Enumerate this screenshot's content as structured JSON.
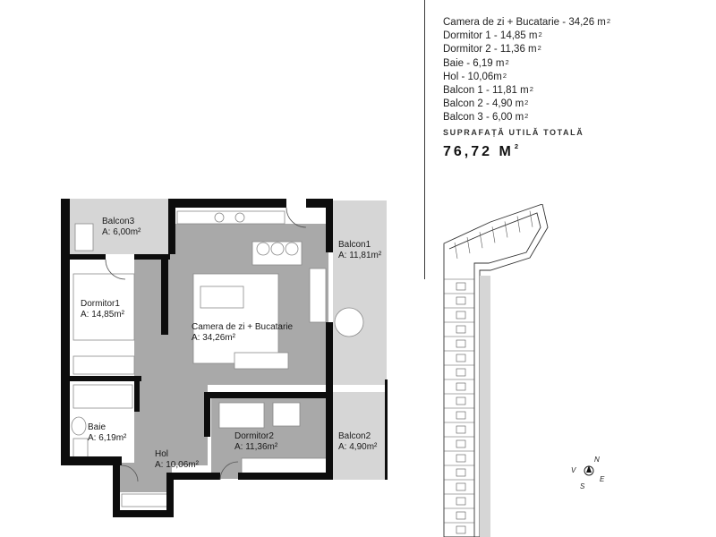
{
  "legend": {
    "rows": [
      {
        "name": "Camera de zi + Bucatarie",
        "value": "34,26 m",
        "unit_sup": "2"
      },
      {
        "name": "Dormitor 1",
        "value": "14,85 m",
        "unit_sup": "2"
      },
      {
        "name": "Dormitor 2",
        "value": "11,36 m",
        "unit_sup": "2"
      },
      {
        "name": "Baie",
        "value": "6,19 m",
        "unit_sup": "2"
      },
      {
        "name": "Hol",
        "value": "10,06m",
        "unit_sup": "2"
      },
      {
        "name": "Balcon 1",
        "value": "11,81 m",
        "unit_sup": "2"
      },
      {
        "name": "Balcon 2",
        "value": "4,90 m",
        "unit_sup": "2"
      },
      {
        "name": "Balcon 3",
        "value": "6,00 m",
        "unit_sup": "2"
      }
    ],
    "total_caption": "SUPRAFAȚĂ UTILĂ TOTALĂ",
    "total_value": "76,72 M",
    "total_sup": "2"
  },
  "rooms": {
    "balcon3": {
      "name": "Balcon3",
      "area": "A: 6,00m²"
    },
    "dormitor1": {
      "name": "Dormitor1",
      "area": "A: 14,85m²"
    },
    "camera": {
      "name": "Camera de zi + Bucatarie",
      "area": "A: 34,26m²"
    },
    "balcon1": {
      "name": "Balcon1",
      "area": "A: 11,81m²"
    },
    "baie": {
      "name": "Baie",
      "area": "A: 6,19m²"
    },
    "hol": {
      "name": "Hol",
      "area": "A: 10,06m²"
    },
    "dormitor2": {
      "name": "Dormitor2",
      "area": "A: 11,36m²"
    },
    "balcon2": {
      "name": "Balcon2",
      "area": "A: 4,90m²"
    }
  },
  "compass": {
    "n": "N",
    "e": "E",
    "s": "S",
    "v": "V"
  },
  "colors": {
    "floor": "#a9a9a9",
    "balcony": "#d6d6d6",
    "wall": "#0d0d0d",
    "furniture": "#ffffff"
  }
}
